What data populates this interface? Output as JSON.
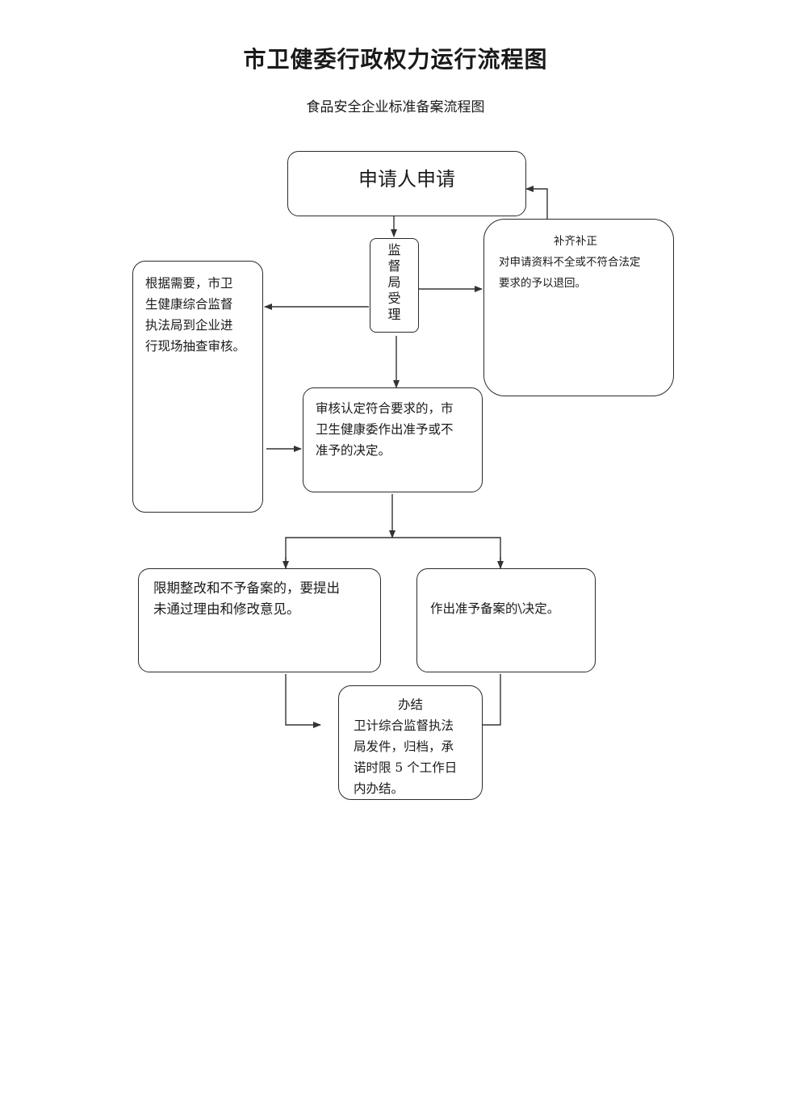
{
  "title": "市卫健委行政权力运行流程图",
  "subtitle": "食品安全企业标准备案流程图",
  "nodes": {
    "apply": "申请人申请",
    "accept": [
      "监",
      "督",
      "局",
      "受",
      "理"
    ],
    "supplement_title": "补齐补正",
    "supplement_body": [
      "对申请资料不全或不符合法定",
      "要求的予以退回。"
    ],
    "inspect": [
      "根据需要，市卫",
      "生健康综合监督",
      "执法局到企业进",
      "行现场抽查审核。"
    ],
    "decide": [
      "审核认定符合要求的，市",
      "卫生健康委作出准予或不",
      "准予的决定。"
    ],
    "rectify": [
      "限期整改和不予备案的，要提出",
      "未通过理由和修改意见。"
    ],
    "approve": "作出准予备案的\\决定。",
    "finish_title": "办结",
    "finish_body": [
      "卫计综合监督执法",
      "局发件，归档，承",
      "诺时限 5 个工作日",
      "内办结。"
    ]
  }
}
